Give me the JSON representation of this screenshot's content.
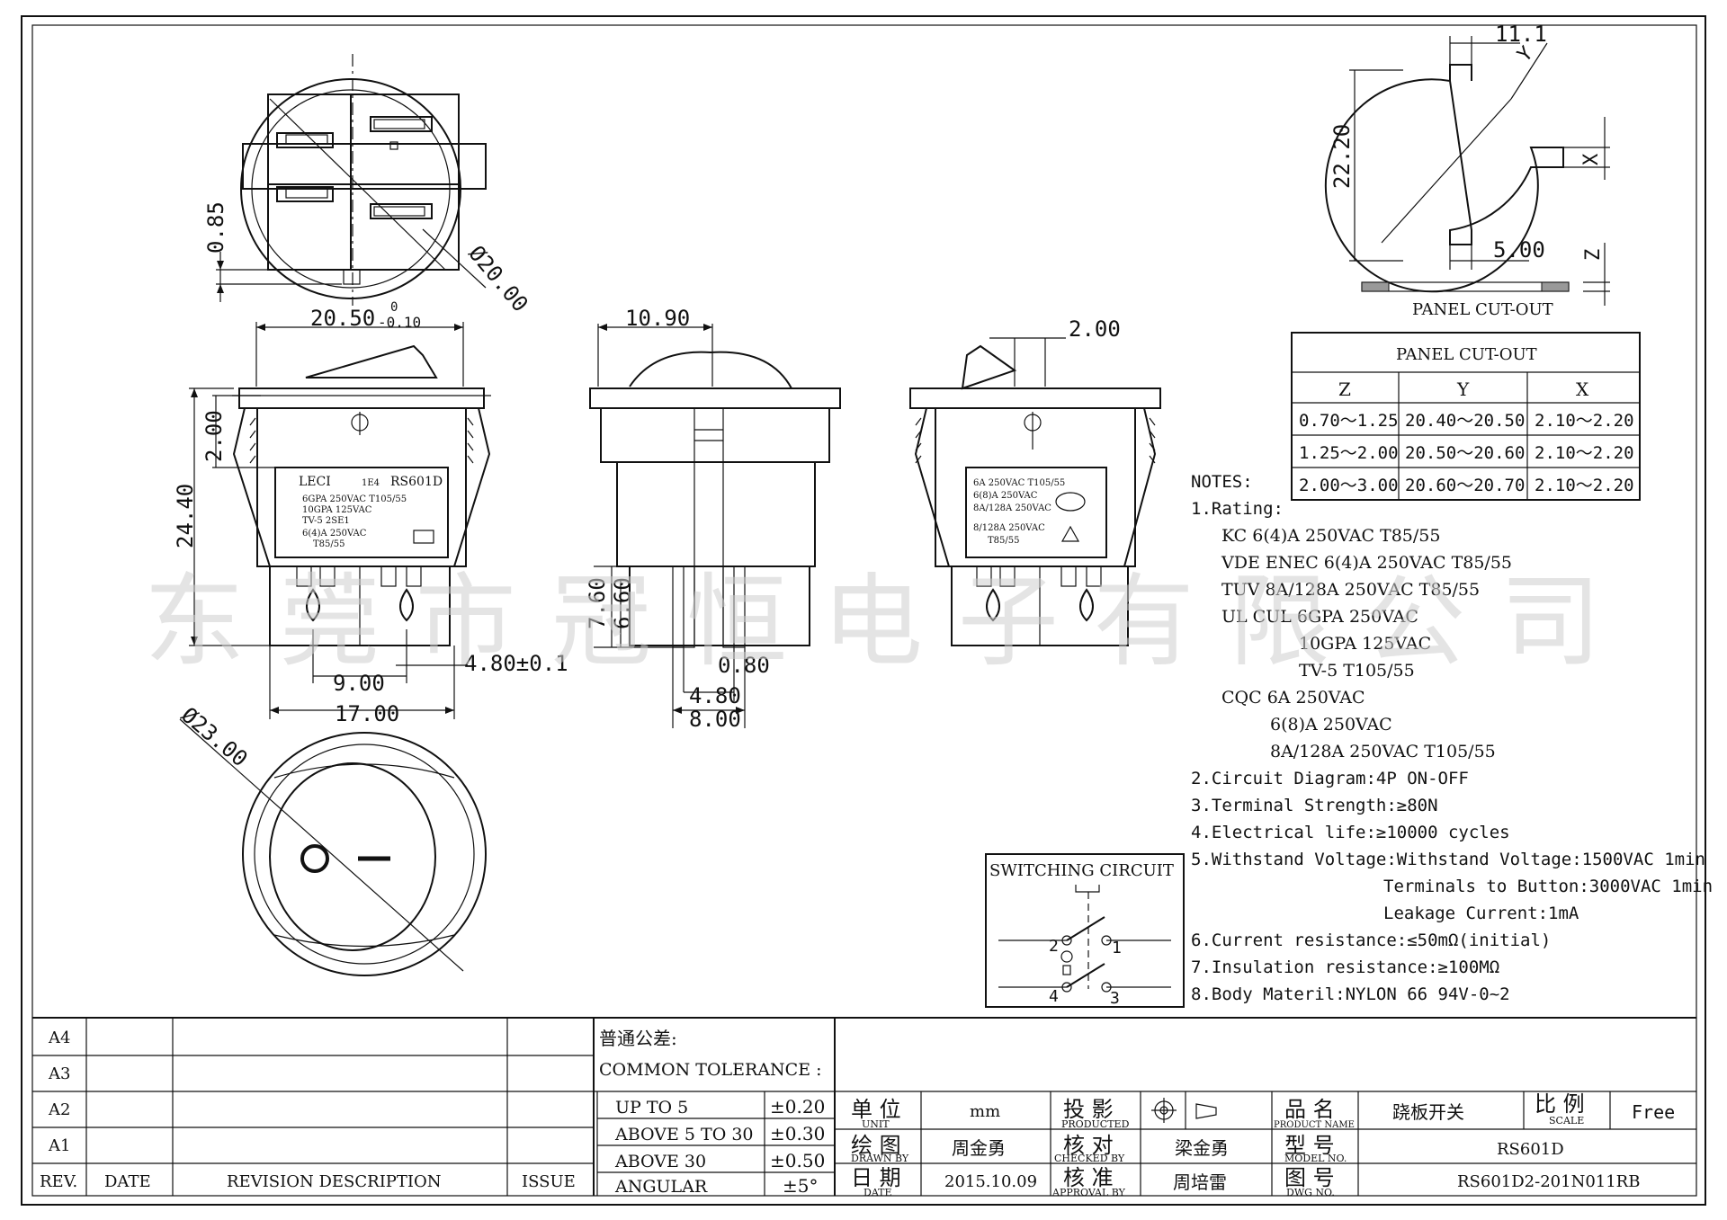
{
  "watermark": "东莞市冠恒电子有限公司",
  "dims": {
    "d_0_85": "0.85",
    "d_dia20": "Ø20.00",
    "d_20_50": "20.50",
    "d_tol_0": "0",
    "d_tol_minus": "-0.10",
    "d_2_00_left": "2.00",
    "d_24_40": "24.40",
    "d_9_00": "9.00",
    "d_4_80_pm": "4.80±0.1",
    "d_17_00": "17.00",
    "d_dia23": "Ø23.00",
    "d_10_90": "10.90",
    "d_7_60": "7.60",
    "d_6_60": "6.60",
    "d_0_80": "0.80",
    "d_4_80": "4.80",
    "d_8_00": "8.00",
    "d_2_00_right": "2.00",
    "d_11_1": "11.1",
    "d_22_20": "22.20",
    "d_5_00": "5.00",
    "lbl_Y": "Y",
    "lbl_X": "X",
    "lbl_Z": "Z",
    "panel_cutout_caption": "PANEL CUT-OUT"
  },
  "label_front": {
    "brand": "LECI",
    "model": "RS601D",
    "l1": "6GPA   250VAC     T105/55",
    "l2": "10GPA  125VAC",
    "l3": "TV-5    2SE1",
    "l4": "6(4)A 250VAC",
    "l5": "T85/55",
    "mark": "1E4"
  },
  "label_side": {
    "l1": "6A        250VAC    T105/55",
    "l2": "6(8)A    250VAC",
    "l3": "8A/128A  250VAC",
    "l4": "8/128A  250VAC",
    "l5": "T85/55"
  },
  "cutout_table": {
    "title": "PANEL CUT-OUT",
    "headers": [
      "Z",
      "Y",
      "X"
    ],
    "rows": [
      [
        "0.70～1.25",
        "20.40～20.50",
        "2.10～2.20"
      ],
      [
        "1.25～2.00",
        "20.50～20.60",
        "2.10～2.20"
      ],
      [
        "2.00～3.00",
        "20.60～20.70",
        "2.10～2.20"
      ]
    ]
  },
  "notes": [
    "NOTES:",
    "1.Rating:",
    "KC    6(4)A 250VAC   T85/55",
    "VDE ENEC  6(4)A 250VAC   T85/55",
    "TUV  8A/128A 250VAC   T85/55",
    "UL CUL   6GPA 250VAC",
    "10GPA  125VAC",
    "TV-5          T105/55",
    "CQC  6A 250VAC",
    "6(8)A 250VAC",
    "8A/128A 250VAC  T105/55",
    "2.Circuit Diagram:4P ON-OFF",
    "3.Terminal Strength:≥80N",
    "4.Electrical life:≥10000 cycles",
    "5.Withstand Voltage:Withstand Voltage:1500VAC 1min",
    "Terminals to Button:3000VAC 1min",
    "Leakage Current:1mA",
    "6.Current resistance:≤50mΩ(initial)",
    "7.Insulation resistance:≥100MΩ",
    "8.Body Materil:NYLON 66 94V-0~2"
  ],
  "switching": {
    "title": "SWITCHING CIRCUIT",
    "t1": "1",
    "t2": "2",
    "t3": "3",
    "t4": "4"
  },
  "revision": {
    "rows": [
      "A4",
      "A3",
      "A2",
      "A1"
    ],
    "footer": [
      "REV.",
      "DATE",
      "REVISION DESCRIPTION",
      "ISSUE"
    ]
  },
  "tolerance": {
    "title_cn": "普通公差:",
    "title_en": "COMMON TOLERANCE :",
    "rows": [
      [
        "UP TO 5",
        "±0.20"
      ],
      [
        "ABOVE 5 TO 30",
        "±0.30"
      ],
      [
        "ABOVE 30",
        "±0.50"
      ],
      [
        "ANGULAR",
        "±5°"
      ]
    ]
  },
  "titleblock": {
    "unit_cn": "单 位",
    "unit_en": "UNIT",
    "unit_val": "mm",
    "proj_cn": "投 影",
    "proj_en": "PRODUCTED",
    "pname_cn": "品 名",
    "pname_en": "PRODUCT NAME",
    "pname_val": "跷板开关",
    "scale_cn": "比 例",
    "scale_en": "SCALE",
    "scale_val": "Free",
    "drawn_cn": "绘 图",
    "drawn_en": "DRAWN BY",
    "drawn_val": "周金勇",
    "check_cn": "核 对",
    "check_en": "CHECKED BY",
    "check_val": "梁金勇",
    "model_cn": "型 号",
    "model_en": "MODEL NO.",
    "model_val": "RS601D",
    "date_cn": "日 期",
    "date_en": "DATE",
    "date_val": "2015.10.09",
    "appr_cn": "核 准",
    "appr_en": "APPROVAL BY",
    "appr_val": "周培雷",
    "dwg_cn": "图 号",
    "dwg_en": "DWG NO.",
    "dwg_val": "RS601D2-201N011RB"
  }
}
